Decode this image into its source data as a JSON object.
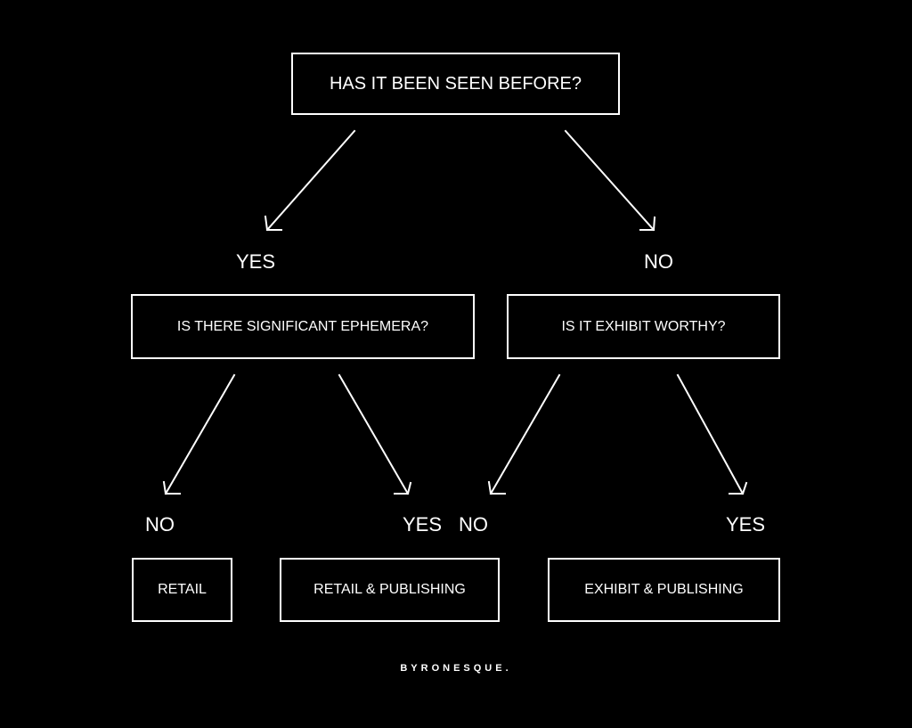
{
  "questions": {
    "root": "HAS IT BEEN SEEN BEFORE?",
    "left": "IS THERE SIGNIFICANT EPHEMERA?",
    "right": "IS IT EXHIBIT WORTHY?"
  },
  "branches": {
    "root_yes": "YES",
    "root_no": "NO",
    "left_no": "NO",
    "left_yes": "YES",
    "right_no": "NO",
    "right_yes": "YES"
  },
  "outcomes": {
    "retail": "RETAIL",
    "retail_publishing": "RETAIL & PUBLISHING",
    "exhibit_publishing": "EXHIBIT & PUBLISHING"
  },
  "brand": "BYRONESQUE.",
  "colors": {
    "background": "#000000",
    "foreground": "#ffffff"
  }
}
